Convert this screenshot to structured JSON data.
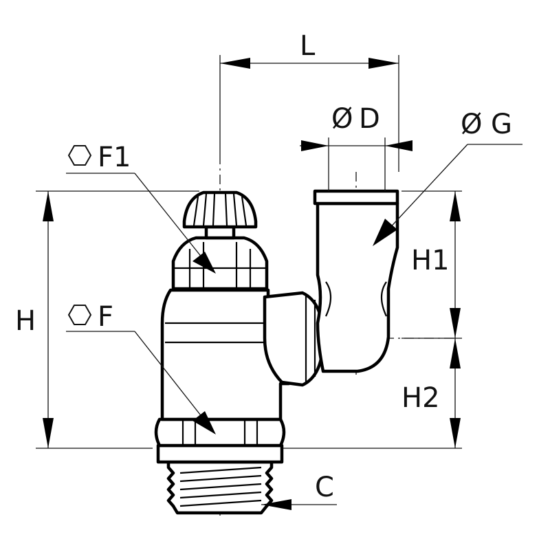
{
  "labels": {
    "L": "L",
    "D": "D",
    "G": "G",
    "F1": "F1",
    "F": "F",
    "H": "H",
    "H1": "H1",
    "H2": "H2",
    "C": "C"
  },
  "symbols": {
    "diameter": "Ø",
    "hexagon": "hexagon-icon"
  }
}
